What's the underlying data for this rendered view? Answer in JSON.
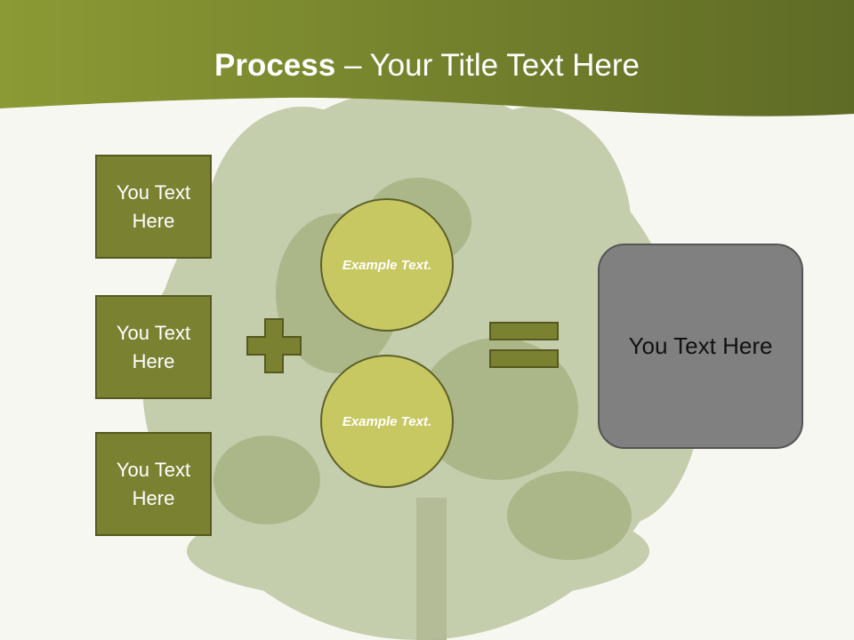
{
  "title": {
    "bold": "Process",
    "rest": " – Your Title Text Here"
  },
  "inputs": [
    "You Text Here",
    "You Text Here",
    "You Text Here"
  ],
  "circles": [
    "Example Text.",
    "Example Text."
  ],
  "result": "You Text Here",
  "operators": {
    "plus": "plus-icon",
    "equals": "equals-icon"
  },
  "colors": {
    "header_light": "#8c9a35",
    "header_dark": "#5e6b25",
    "box_fill": "#7a8232",
    "circle_fill": "#c8c863",
    "result_fill": "#808080",
    "tree_leaf": "#aab58a"
  }
}
